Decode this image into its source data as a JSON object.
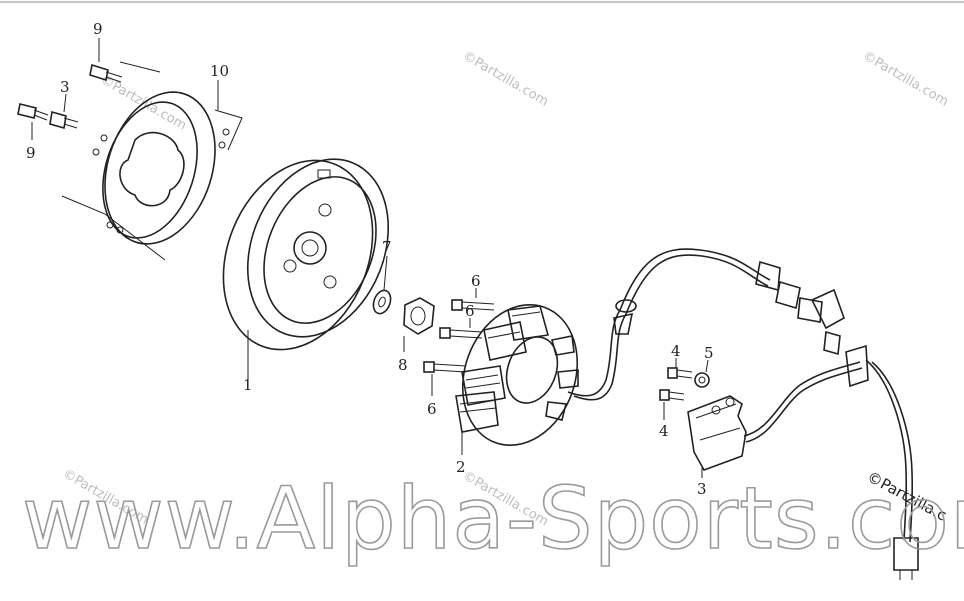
{
  "diagram": {
    "callouts": [
      {
        "id": "c9a",
        "text": "9"
      },
      {
        "id": "c10",
        "text": "10"
      },
      {
        "id": "c3",
        "text": "3"
      },
      {
        "id": "c9b",
        "text": "9"
      },
      {
        "id": "c7",
        "text": "7"
      },
      {
        "id": "c1",
        "text": "1"
      },
      {
        "id": "c6a",
        "text": "6"
      },
      {
        "id": "c6b",
        "text": "6"
      },
      {
        "id": "c8",
        "text": "8"
      },
      {
        "id": "c6c",
        "text": "6"
      },
      {
        "id": "c2",
        "text": "2"
      },
      {
        "id": "c4a",
        "text": "4"
      },
      {
        "id": "c5",
        "text": "5"
      },
      {
        "id": "c4b",
        "text": "4"
      },
      {
        "id": "c3b",
        "text": "3"
      }
    ]
  },
  "watermarks": {
    "partzilla": "©Partzilla.com",
    "corner": "©Partzilla.c",
    "main": "www.Alpha-Sports.com"
  }
}
